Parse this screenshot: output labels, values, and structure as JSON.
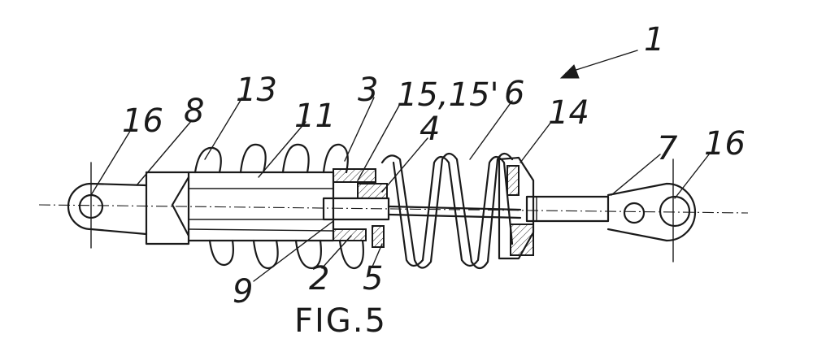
{
  "figure_caption": "FIG.5",
  "labels": {
    "l1": "1",
    "l16_left": "16",
    "l8": "8",
    "l13": "13",
    "l11": "11",
    "l3": "3",
    "l15": "15,15'",
    "l4": "4",
    "l6": "6",
    "l14": "14",
    "l7": "7",
    "l16_right": "16",
    "l9": "9",
    "l2": "2",
    "l5": "5"
  }
}
